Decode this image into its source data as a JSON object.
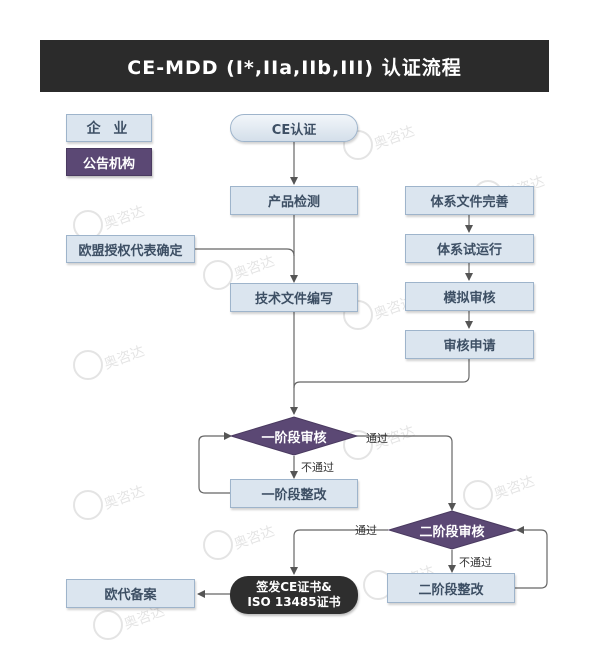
{
  "title": "CE-MDD (I*,IIa,IIb,III) 认证流程",
  "legend": {
    "company": "企 业",
    "notified_body": "公告机构"
  },
  "nodes": {
    "ce_cert": "CE认证",
    "product_test": "产品检测",
    "eu_rep": "欧盟授权代表确定",
    "tech_doc": "技术文件编写",
    "system_docs": "体系文件完善",
    "system_trial": "体系试运行",
    "mock_audit": "模拟审核",
    "audit_apply": "审核申请",
    "stage1_audit": "一阶段审核",
    "stage1_fix": "一阶段整改",
    "stage2_audit": "二阶段审核",
    "stage2_fix": "二阶段整改",
    "issue_cert_line1": "签发CE证书&",
    "issue_cert_line2": "ISO 13485证书",
    "eu_rep_filing": "欧代备案"
  },
  "edge_labels": {
    "stage1_pass": "通过",
    "stage1_fail": "不通过",
    "stage2_pass": "通过",
    "stage2_fail": "不通过"
  },
  "watermark": "奥咨达",
  "colors": {
    "header_bg": "#2b2b2b",
    "box_fill": "#dbe5ef",
    "purple": "#5b4874",
    "final_fill": "#2e2e2e"
  }
}
